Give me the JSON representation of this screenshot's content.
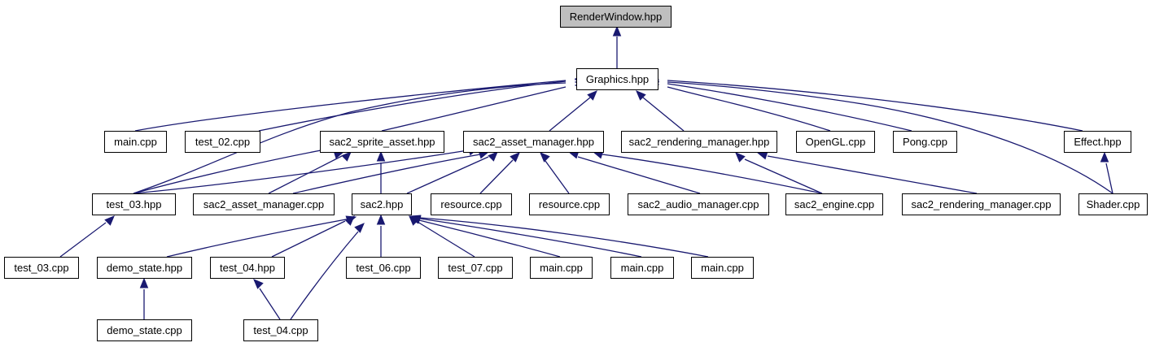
{
  "colors": {
    "edge": "#191970",
    "root_fill": "#bfbfbf",
    "node_fill": "#ffffff",
    "node_border": "#000000"
  },
  "nodes": [
    {
      "id": "n0",
      "label": "RenderWindow.hpp"
    },
    {
      "id": "n1",
      "label": "Graphics.hpp"
    },
    {
      "id": "n2",
      "label": "main.cpp"
    },
    {
      "id": "n3",
      "label": "test_02.cpp"
    },
    {
      "id": "n4",
      "label": "sac2_sprite_asset.hpp"
    },
    {
      "id": "n5",
      "label": "sac2_asset_manager.hpp"
    },
    {
      "id": "n6",
      "label": "sac2_rendering_manager.hpp"
    },
    {
      "id": "n7",
      "label": "OpenGL.cpp"
    },
    {
      "id": "n8",
      "label": "Pong.cpp"
    },
    {
      "id": "n9",
      "label": "Effect.hpp"
    },
    {
      "id": "n10",
      "label": "test_03.hpp"
    },
    {
      "id": "n11",
      "label": "sac2_asset_manager.cpp"
    },
    {
      "id": "n12",
      "label": "sac2.hpp"
    },
    {
      "id": "n13",
      "label": "resource.cpp"
    },
    {
      "id": "n14",
      "label": "resource.cpp"
    },
    {
      "id": "n15",
      "label": "sac2_audio_manager.cpp"
    },
    {
      "id": "n16",
      "label": "sac2_engine.cpp"
    },
    {
      "id": "n17",
      "label": "sac2_rendering_manager.cpp"
    },
    {
      "id": "n18",
      "label": "Shader.cpp"
    },
    {
      "id": "n19",
      "label": "test_03.cpp"
    },
    {
      "id": "n20",
      "label": "demo_state.hpp"
    },
    {
      "id": "n21",
      "label": "test_04.hpp"
    },
    {
      "id": "n22",
      "label": "test_06.cpp"
    },
    {
      "id": "n23",
      "label": "test_07.cpp"
    },
    {
      "id": "n24",
      "label": "main.cpp"
    },
    {
      "id": "n25",
      "label": "main.cpp"
    },
    {
      "id": "n26",
      "label": "main.cpp"
    },
    {
      "id": "n27",
      "label": "demo_state.cpp"
    },
    {
      "id": "n28",
      "label": "test_04.cpp"
    }
  ]
}
